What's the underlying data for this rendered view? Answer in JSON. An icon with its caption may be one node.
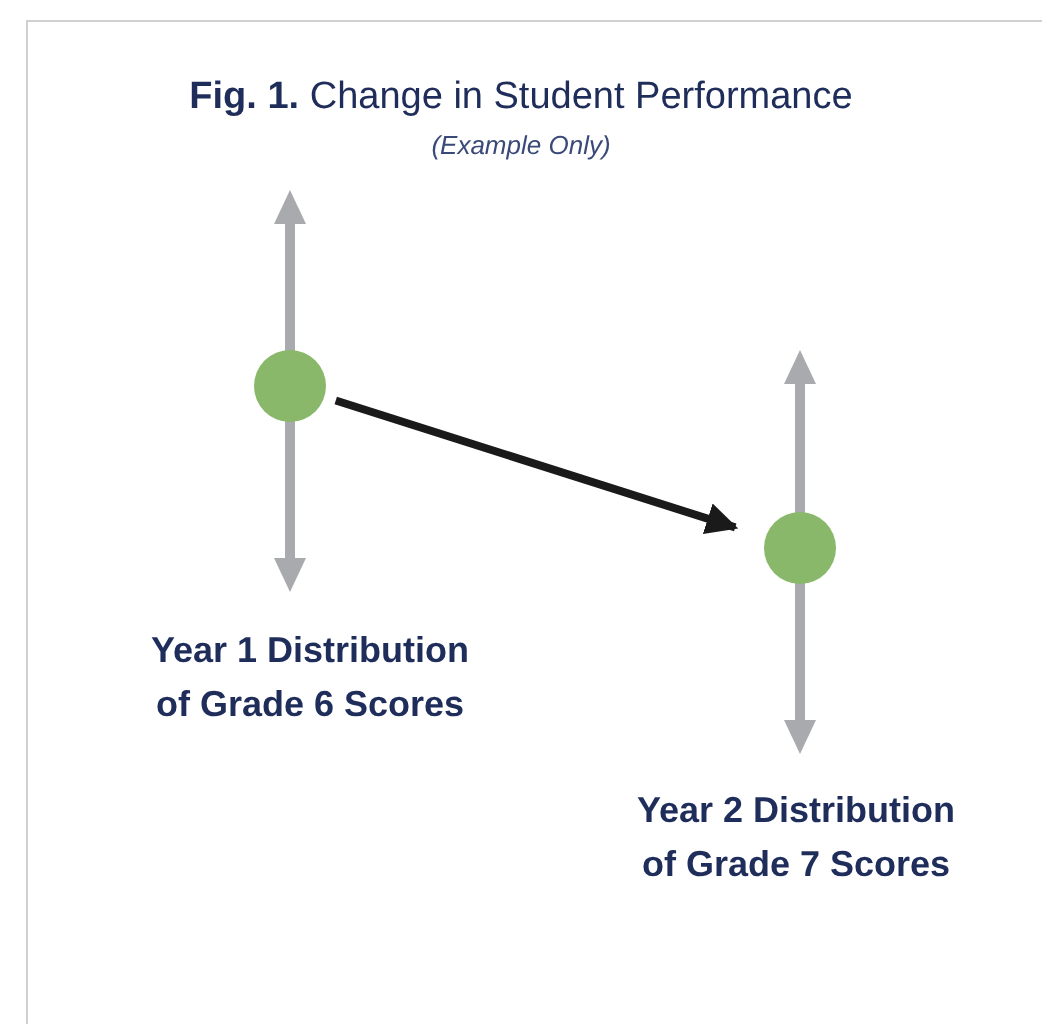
{
  "diagram": {
    "title": "**Fig. 1.** Change in Student Performance",
    "caption": "(Example Only)",
    "nodes": [
      {
        "text": [],
        "shape": "circle"
      },
      {
        "text": [],
        "shape": "circle"
      }
    ],
    "edges": [
      {
        "from": 0,
        "to": 1,
        "arrow": "to"
      }
    ],
    "labels": [
      "Year 1 Distribution of Grade 6 Scores",
      "Year 2 Distribution of Grade 7 Scores"
    ]
  }
}
